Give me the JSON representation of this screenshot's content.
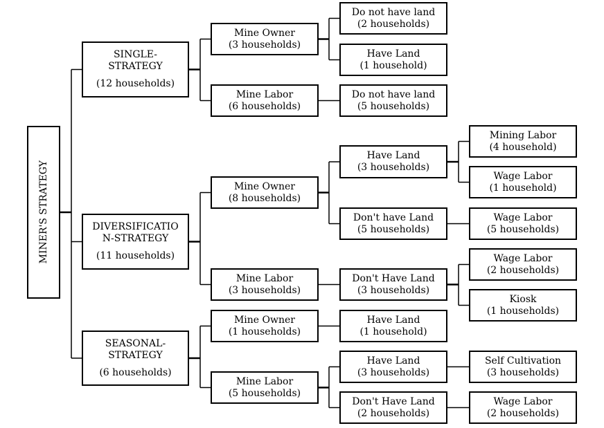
{
  "title": "MINER'S STRATEGY",
  "nodes": {
    "root": {
      "lines": [
        "MINER'S STRATEGY"
      ]
    },
    "single": {
      "lines": [
        "SINGLE-",
        "STRATEGY"
      ],
      "count": "(12 households)"
    },
    "div": {
      "lines": [
        "DIVERSIFICATIO",
        "N-STRATEGY"
      ],
      "count": "(11 households)"
    },
    "seas": {
      "lines": [
        "SEASONAL-",
        "STRATEGY"
      ],
      "count": "(6 households)"
    },
    "s_owner": {
      "lines": [
        "Mine Owner",
        "(3 households)"
      ]
    },
    "s_labor": {
      "lines": [
        "Mine Labor",
        "(6 households)"
      ]
    },
    "d_owner": {
      "lines": [
        "Mine Owner",
        "(8 households)"
      ]
    },
    "d_labor": {
      "lines": [
        "Mine Labor",
        "(3 households)"
      ]
    },
    "z_owner": {
      "lines": [
        "Mine Owner",
        "(1 households)"
      ]
    },
    "z_labor": {
      "lines": [
        "Mine Labor",
        "(5 households)"
      ]
    },
    "so_noland": {
      "lines": [
        "Do not have land",
        "(2 households)"
      ]
    },
    "so_land": {
      "lines": [
        "Have Land",
        "(1 household)"
      ]
    },
    "sl_noland": {
      "lines": [
        "Do not have land",
        "(5 households)"
      ]
    },
    "do_land": {
      "lines": [
        "Have Land",
        "(3 households)"
      ]
    },
    "do_noland": {
      "lines": [
        "Don't have Land",
        "(5 households)"
      ]
    },
    "dl_noland": {
      "lines": [
        "Don't Have Land",
        "(3 households)"
      ]
    },
    "zo_land": {
      "lines": [
        "Have Land",
        "(1 household)"
      ]
    },
    "zl_land": {
      "lines": [
        "Have Land",
        "(3 households)"
      ]
    },
    "zl_noland": {
      "lines": [
        "Don't Have Land",
        "(2 households)"
      ]
    },
    "dol_mining": {
      "lines": [
        "Mining Labor",
        "(4 household)"
      ]
    },
    "dol_wage": {
      "lines": [
        "Wage Labor",
        "(1 household)"
      ]
    },
    "don_wage": {
      "lines": [
        "Wage Labor",
        "(5 households)"
      ]
    },
    "dln_wage": {
      "lines": [
        "Wage Labor",
        "(2 households)"
      ]
    },
    "dln_kiosk": {
      "lines": [
        "Kiosk",
        "(1 households)"
      ]
    },
    "zll_self": {
      "lines": [
        "Self Cultivation",
        "(3 households)"
      ]
    },
    "zln_wage": {
      "lines": [
        "Wage Labor",
        "(2 households)"
      ]
    }
  }
}
